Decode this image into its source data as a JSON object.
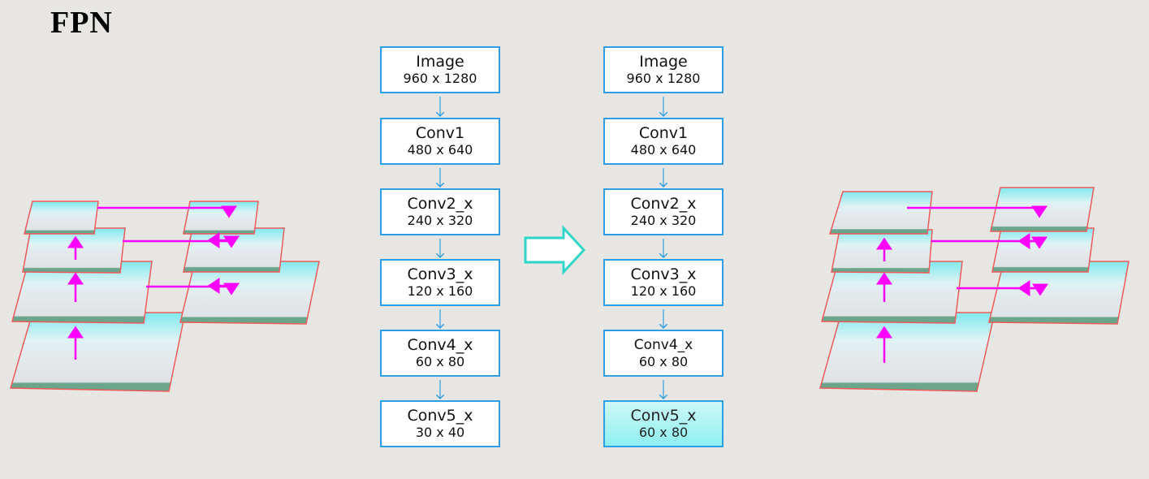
{
  "title": "FPN",
  "left_column": [
    {
      "name": "Image",
      "dim": "960 x 1280"
    },
    {
      "name": "Conv1",
      "dim": "480 x 640"
    },
    {
      "name": "Conv2_x",
      "dim": "240 x 320"
    },
    {
      "name": "Conv3_x",
      "dim": "120 x 160"
    },
    {
      "name": "Conv4_x",
      "dim": "60 x 80"
    },
    {
      "name": "Conv5_x",
      "dim": "30 x 40"
    }
  ],
  "right_column": [
    {
      "name": "Image",
      "dim": "960 x 1280"
    },
    {
      "name": "Conv1",
      "dim": "480 x 640"
    },
    {
      "name": "Conv2_x",
      "dim": "240 x 320"
    },
    {
      "name": "Conv3_x",
      "dim": "120 x 160"
    },
    {
      "name": "Conv4_x",
      "dim": "60 x 80"
    },
    {
      "name": "Conv5_x",
      "dim": "60 x 80"
    }
  ],
  "colors": {
    "box_border": "#2e9ee6",
    "highlight_fill": "#8ff0f0",
    "transition_arrow": "#2fd6c8",
    "pyramid_arrows": "#ff00ff",
    "layer_border": "#ef5b5b"
  }
}
